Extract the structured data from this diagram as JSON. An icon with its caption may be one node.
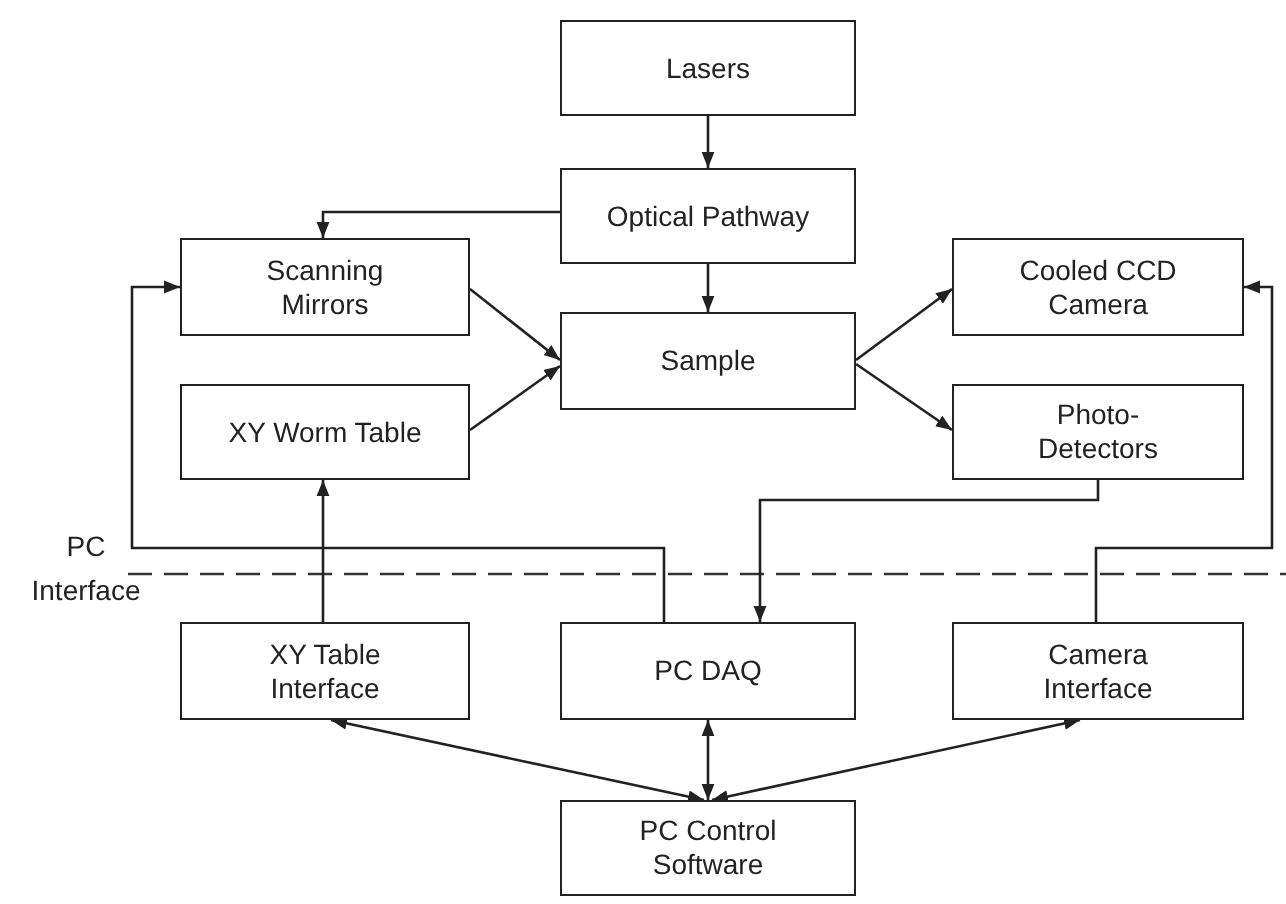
{
  "diagram": {
    "nodes": [
      {
        "text": [
          "Lasers"
        ]
      },
      {
        "text": [
          "Optical Pathway"
        ]
      },
      {
        "text": [
          "Scanning Mirrors"
        ]
      },
      {
        "text": [
          "Sample"
        ]
      },
      {
        "text": [
          "Cooled CCD Camera"
        ]
      },
      {
        "text": [
          "XY Worm Table"
        ]
      },
      {
        "text": [
          "Photo-Detectors"
        ]
      },
      {
        "text": [
          "XY Table Interface"
        ]
      },
      {
        "text": [
          "PC DAQ"
        ]
      },
      {
        "text": [
          "Camera Interface"
        ]
      },
      {
        "text": [
          "PC Control Software"
        ]
      }
    ],
    "edges": [
      {
        "from": 0,
        "to": 1,
        "arrow": "to"
      },
      {
        "from": 1,
        "to": 2,
        "arrow": "to"
      },
      {
        "from": 1,
        "to": 3,
        "arrow": "to"
      },
      {
        "from": 2,
        "to": 3,
        "arrow": "to"
      },
      {
        "from": 5,
        "to": 3,
        "arrow": "to"
      },
      {
        "from": 3,
        "to": 4,
        "arrow": "to"
      },
      {
        "from": 3,
        "to": 6,
        "arrow": "to"
      },
      {
        "from": 8,
        "to": 2,
        "arrow": "to"
      },
      {
        "from": 7,
        "to": 5,
        "arrow": "to"
      },
      {
        "from": 6,
        "to": 8,
        "arrow": "to"
      },
      {
        "from": 9,
        "to": 4,
        "arrow": "to"
      },
      {
        "from": 10,
        "to": 7,
        "arrow": "both"
      },
      {
        "from": 10,
        "to": 8,
        "arrow": "both"
      },
      {
        "from": 10,
        "to": 9,
        "arrow": "both"
      }
    ],
    "labels": [
      "PC Interface"
    ]
  }
}
